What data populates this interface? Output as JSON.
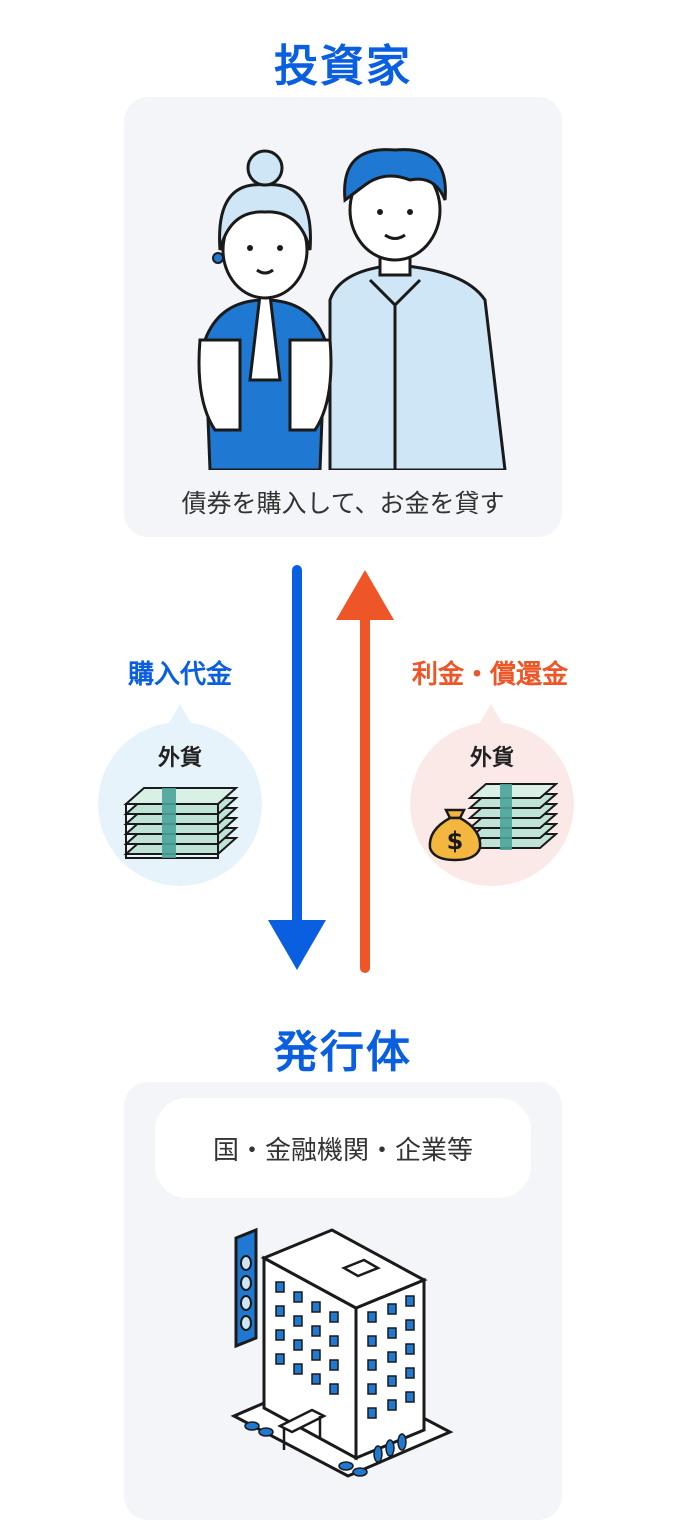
{
  "investor": {
    "title": "投資家",
    "caption": "債券を購入して、お金を貸す"
  },
  "flows": {
    "left": {
      "label": "購入代金",
      "currency": "外貨",
      "color": "#0a5fe0"
    },
    "right": {
      "label": "利金・償還金",
      "currency": "外貨",
      "color": "#ee5527"
    }
  },
  "issuer": {
    "title": "発行体",
    "entities": "国・金融機関・企業等"
  },
  "icons": [
    "investor-couple-illustration",
    "banknote-stack-icon",
    "money-bag-dollar-icon",
    "office-building-illustration",
    "arrow-down-icon",
    "arrow-up-icon"
  ],
  "colors": {
    "accent_blue": "#0a5fe0",
    "accent_orange": "#ee5527",
    "panel_bg": "#f3f5f9"
  }
}
